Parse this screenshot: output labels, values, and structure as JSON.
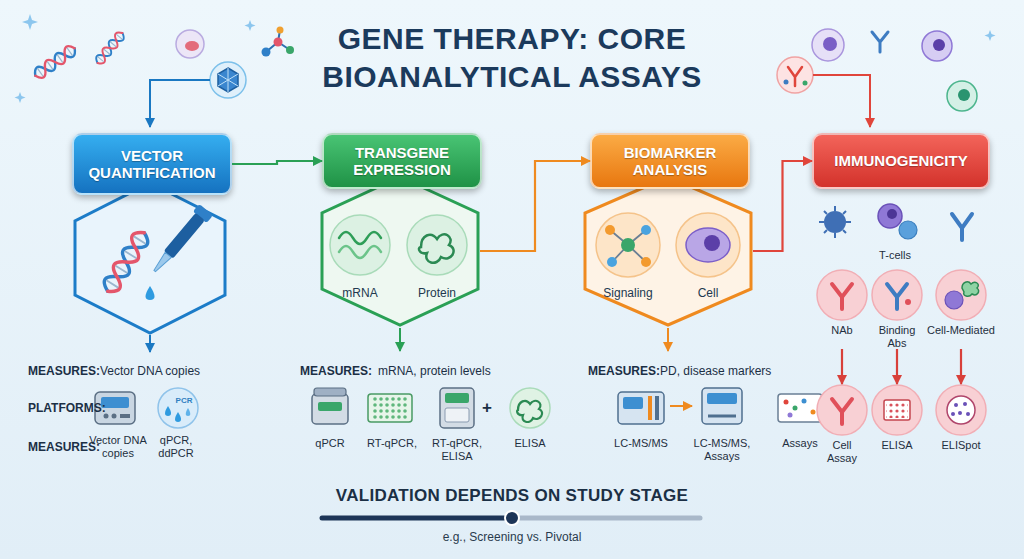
{
  "diagram": {
    "title": "GENE THERAPY: CORE BIOANALYTICAL ASSAYS",
    "nodes": [
      {
        "text": [
          "VECTOR QUANTIFICATION"
        ]
      },
      {
        "text": [
          "TRANSGENE EXPRESSION"
        ]
      },
      {
        "text": [
          "BIOMARKER ANALYSIS"
        ]
      },
      {
        "text": [
          "IMMUNOGENICITY"
        ]
      },
      {
        "text": [
          "mRNA",
          "Protein"
        ]
      },
      {
        "text": [
          "Signaling",
          "Cell"
        ]
      },
      {
        "text": [
          "NAb"
        ]
      },
      {
        "text": [
          "Binding Abs"
        ]
      },
      {
        "text": [
          "Cell-Mediated"
        ]
      },
      {
        "text": [
          "Cell Assay"
        ]
      },
      {
        "text": [
          "ELISA"
        ]
      },
      {
        "text": [
          "ELISpot"
        ]
      }
    ],
    "edges": [
      {
        "from": 0,
        "to": 1,
        "arrow": "to"
      },
      {
        "from": 4,
        "to": 2,
        "arrow": "to"
      },
      {
        "from": 5,
        "to": 3,
        "arrow": "to"
      },
      {
        "from": 6,
        "to": 9,
        "arrow": "to"
      },
      {
        "from": 7,
        "to": 10,
        "arrow": "to"
      },
      {
        "from": 8,
        "to": 11,
        "arrow": "to"
      }
    ],
    "labels": [
      "T-cells",
      "MEASURES:",
      "Vector DNA copies",
      "PLATFORMS:",
      "PCR",
      "MEASURES:",
      "Vector DNA copies",
      "qPCR, ddPCR",
      "MEASURES:",
      "mRNA, protein levels",
      "qPCR",
      "RT-qPCR,",
      "RT-qPCR, ELISA",
      "+",
      "ELISA",
      "MEASURES:",
      "PD, disease markers",
      "LC-MS/MS",
      "LC-MS/MS, Assays",
      "Assays",
      "VALIDATION DEPENDS ON STUDY STAGE",
      "e.g., Screening vs. Pivotal"
    ]
  }
}
